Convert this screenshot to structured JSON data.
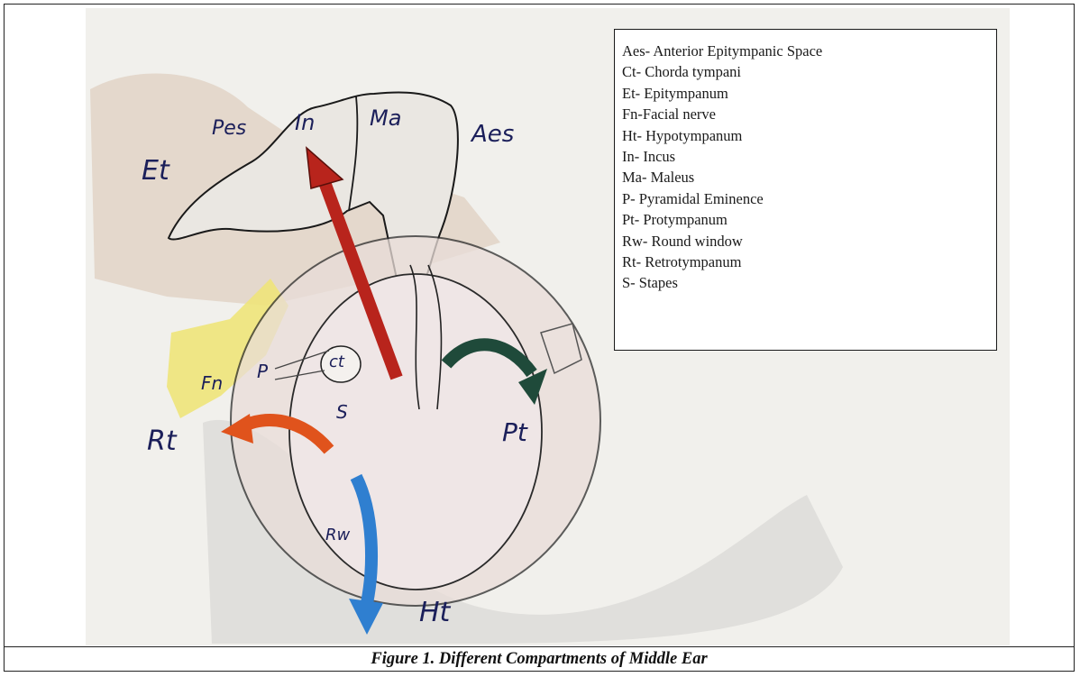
{
  "diagram": {
    "labels": {
      "et_upper": "Et",
      "pes": "Pes",
      "in": "In",
      "ma": "Ma",
      "aes": "Aes",
      "fn": "Fn",
      "p": "P",
      "ct": "ct",
      "s": "S",
      "rt": "Rt",
      "pt": "Pt",
      "rw": "Rw",
      "ht": "Ht"
    },
    "arrow_colors": {
      "epitympanum": "#b8241c",
      "protympanum": "#1f4a3a",
      "retrotympanum": "#e0531c",
      "hypotympanum": "#2f7fd0"
    }
  },
  "legend": {
    "items": [
      "Aes- Anterior Epitympanic Space",
      "Ct- Chorda tympani",
      "Et- Epitympanum",
      "Fn-Facial nerve",
      "Ht- Hypotympanum",
      "In- Incus",
      "Ma- Maleus",
      "P- Pyramidal Eminence",
      "Pt- Protympanum",
      "Rw- Round window",
      "Rt- Retrotympanum",
      "S- Stapes"
    ]
  },
  "caption": "Figure 1. Different Compartments of Middle Ear"
}
